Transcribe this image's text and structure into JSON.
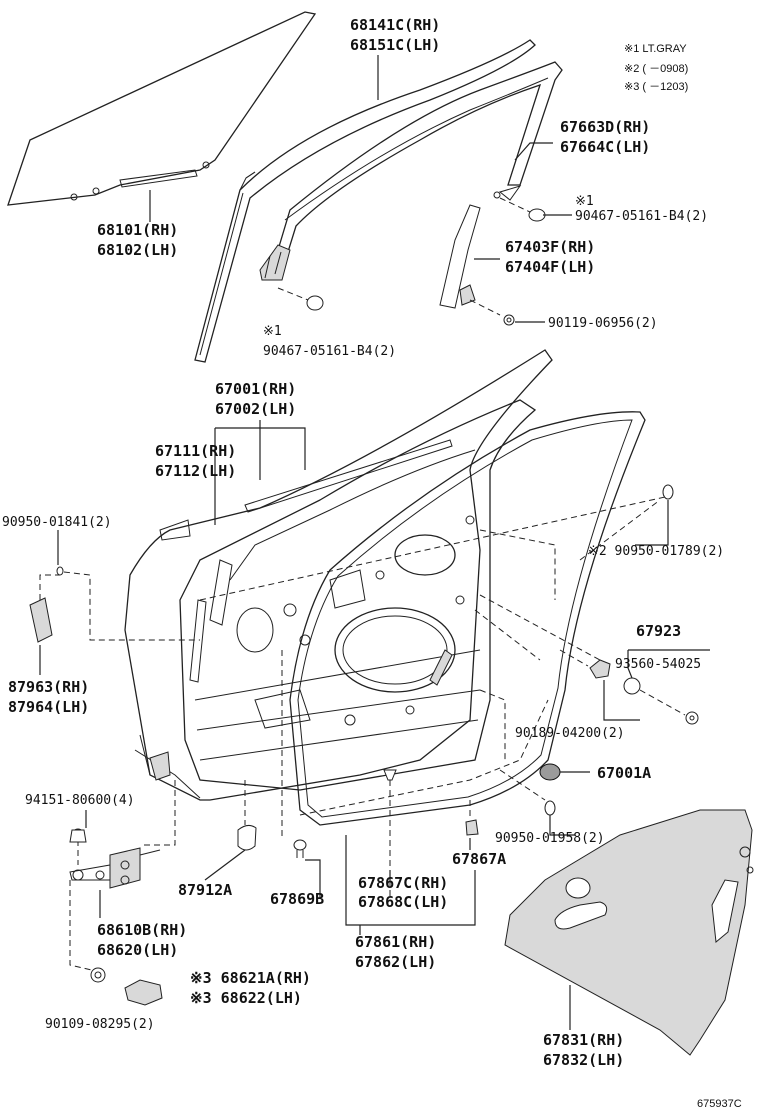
{
  "legend": {
    "note1": "※1 LT.GRAY",
    "note2": "※2 (    －0908)",
    "note3": "※3 (    －1203)"
  },
  "parts": {
    "p68141c": "68141C(RH)",
    "p68151c": "68151C(LH)",
    "p67663d": "67663D(RH)",
    "p67664c": "67664C(LH)",
    "mark1a": "※1",
    "p90467a": "90467-05161-B4(2)",
    "p67403f": "67403F(RH)",
    "p67404f": "67404F(LH)",
    "p90119": "90119-06956(2)",
    "p68101": "68101(RH)",
    "p68102": "68102(LH)",
    "mark1b": "※1",
    "p90467b": "90467-05161-B4(2)",
    "p67001": "67001(RH)",
    "p67002": "67002(LH)",
    "p67111": "67111(RH)",
    "p67112": "67112(LH)",
    "p90950_01841": "90950-01841(2)",
    "p90950_01789": "※2 90950-01789(2)",
    "p67923": "67923",
    "p93560": "93560-54025",
    "p87963": "87963(RH)",
    "p87964": "87964(LH)",
    "p90189": "90189-04200(2)",
    "p67001a": "67001A",
    "p94151": "94151-80600(4)",
    "p90950_01958": "90950-01958(2)",
    "p87912a": "87912A",
    "p67869b": "67869B",
    "p67867c": "67867C(RH)",
    "p67868c": "67868C(LH)",
    "p67867a": "67867A",
    "p68610b": "68610B(RH)",
    "p68620": "68620(LH)",
    "p67861": "67861(RH)",
    "p67862": "67862(LH)",
    "p68621a": "※3 68621A(RH)",
    "p68622": "※3 68622(LH)",
    "p90109": "90109-08295(2)",
    "p67831": "67831(RH)",
    "p67832": "67832(LH)"
  },
  "footer": {
    "code": "675937C"
  }
}
